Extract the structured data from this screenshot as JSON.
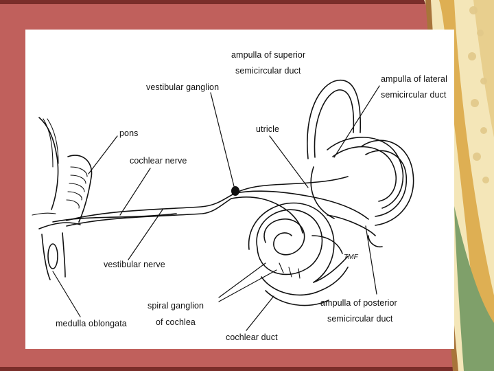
{
  "slide": {
    "frame_colors": {
      "border": "#c0605c",
      "shadow": "#7a2e2a",
      "gold": "#d9a441",
      "cream": "#f4e6b8",
      "green": "#7fa06a",
      "white": "#ffffff"
    }
  },
  "diagram": {
    "labels": {
      "ampulla_superior_line1": "ampulla of superior",
      "ampulla_superior_line2": "semicircular duct",
      "ampulla_lateral_line1": "ampulla of lateral",
      "ampulla_lateral_line2": "semicircular duct",
      "vestibular_ganglion": "vestibular ganglion",
      "utricle": "utricle",
      "pons": "pons",
      "cochlear_nerve": "cochlear nerve",
      "vestibular_nerve": "vestibular nerve",
      "spiral_ganglion_line1": "spiral ganglion",
      "spiral_ganglion_line2": "of cochlea",
      "medulla_oblongata": "medulla oblongata",
      "cochlear_duct": "cochlear duct",
      "ampulla_posterior_line1": "ampulla of posterior",
      "ampulla_posterior_line2": "semicircular duct",
      "signature": "TMF"
    }
  }
}
